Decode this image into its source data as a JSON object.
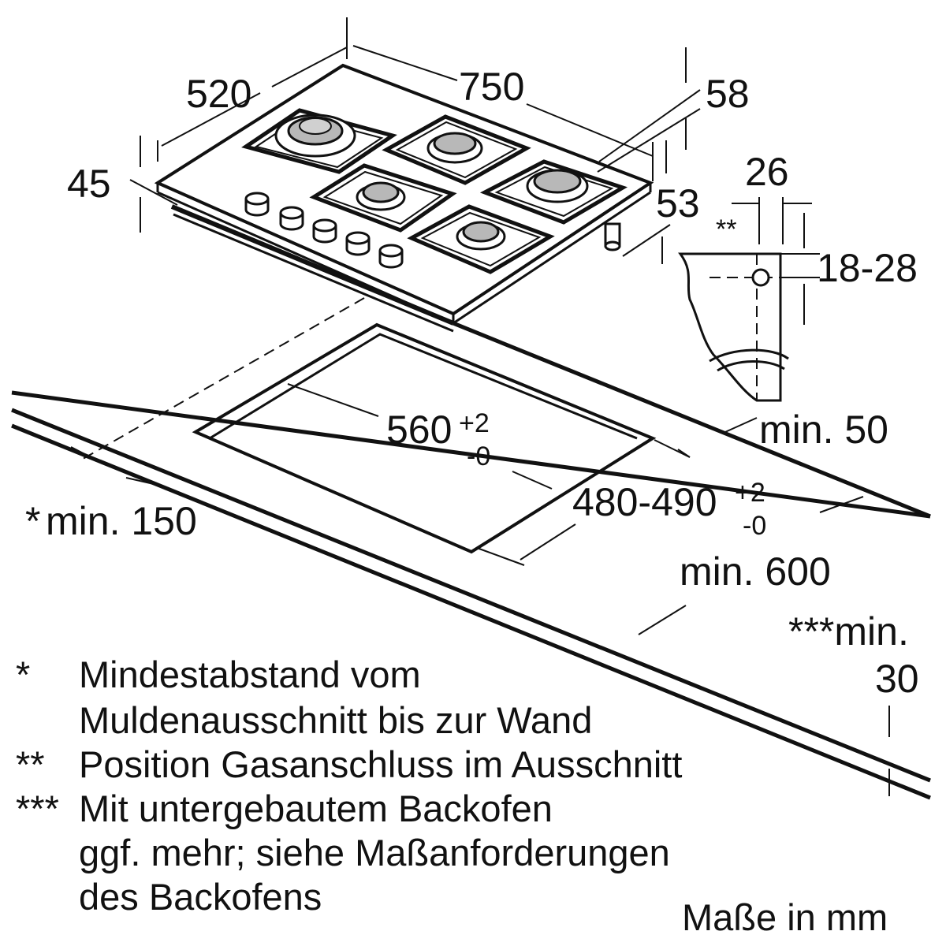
{
  "dimensions": {
    "depth": "520",
    "width": "750",
    "height_top": "58",
    "thickness": "45",
    "side_height": "53",
    "gas_offset": "26",
    "gas_marker": "**",
    "worktop_range": "18-28",
    "min_back": "min. 50",
    "cutout_width": "560",
    "cutout_width_tol_plus": "+2",
    "cutout_width_tol_minus": "-0",
    "cutout_depth": "480-490",
    "cutout_depth_tol_plus": "+2",
    "cutout_depth_tol_minus": "-0",
    "min_wall": "min. 150",
    "min_wall_marker": "*",
    "min_worktop": "min. 600",
    "min_oven_label": "***min.",
    "min_oven_value": "30"
  },
  "notes": [
    {
      "marker": "*",
      "lines": [
        "Mindestabstand vom",
        "Muldenausschnitt bis zur Wand"
      ]
    },
    {
      "marker": "**",
      "lines": [
        "Position Gasanschluss im Ausschnitt"
      ]
    },
    {
      "marker": "***",
      "lines": [
        "Mit untergebautem Backofen",
        "ggf. mehr; siehe Maßanforderungen",
        "des Backofens"
      ]
    }
  ],
  "units": "Maße in mm"
}
